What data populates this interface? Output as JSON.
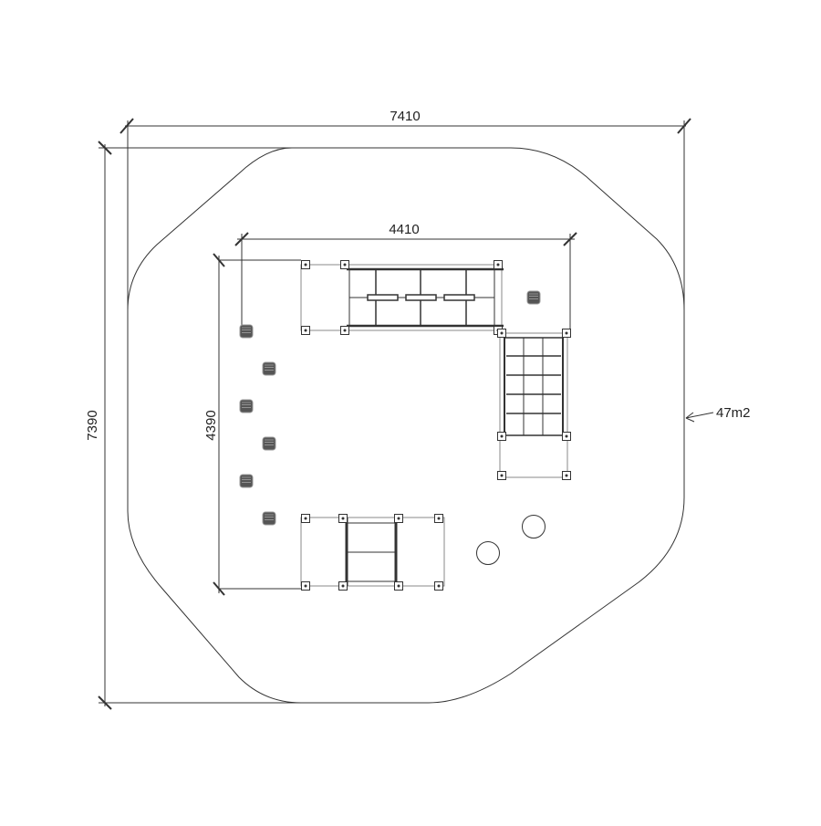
{
  "drawing": {
    "overall_width_label": "7410",
    "overall_depth_label": "7390",
    "equipment_width_label": "4410",
    "equipment_depth_label": "4390",
    "area_label": "47m2"
  },
  "colors": {
    "line": "#333333",
    "pad": "#555555"
  }
}
